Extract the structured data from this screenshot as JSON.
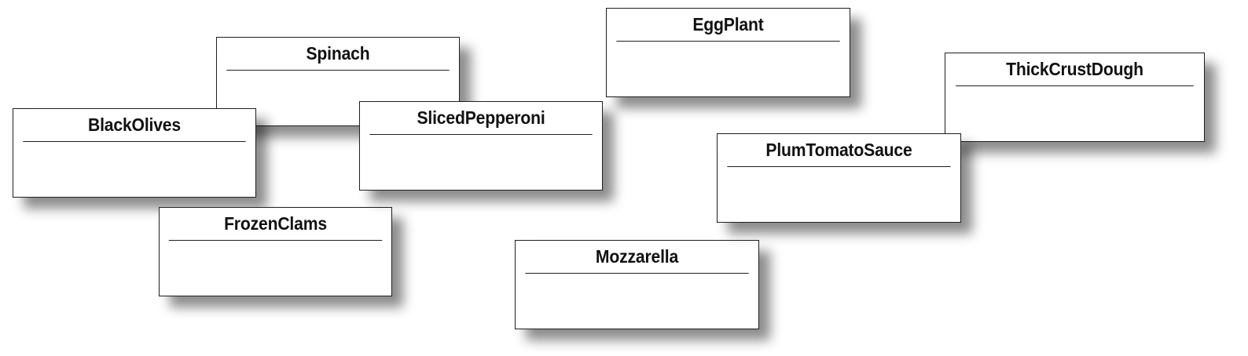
{
  "classes": {
    "spinach": {
      "name": "Spinach"
    },
    "black_olives": {
      "name": "BlackOlives"
    },
    "sliced_pepperoni": {
      "name": "SlicedPepperoni"
    },
    "frozen_clams": {
      "name": "FrozenClams"
    },
    "egg_plant": {
      "name": "EggPlant"
    },
    "mozzarella": {
      "name": "Mozzarella"
    },
    "thick_crust_dough": {
      "name": "ThickCrustDough"
    },
    "plum_tomato_sauce": {
      "name": "PlumTomatoSauce"
    }
  }
}
